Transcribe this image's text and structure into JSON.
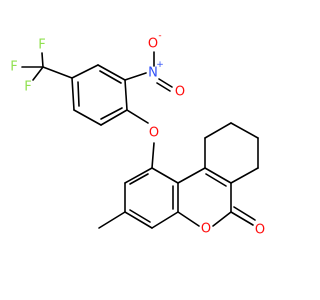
{
  "colors": {
    "background": "#ffffff",
    "bond": "#000000",
    "oxygen": "#ff0d0d",
    "nitrogen": "#3050f8",
    "fluorine": "#90e050"
  },
  "atoms": {
    "f_top": "F",
    "f_left": "F",
    "f_bottom": "F",
    "nitro_n": "N",
    "nitro_n_charge": "+",
    "nitro_o_upper": "O",
    "nitro_o_upper_charge": "-",
    "nitro_o_lower": "O",
    "ether_o": "O",
    "ring_o": "O",
    "carbonyl_o": "O"
  }
}
